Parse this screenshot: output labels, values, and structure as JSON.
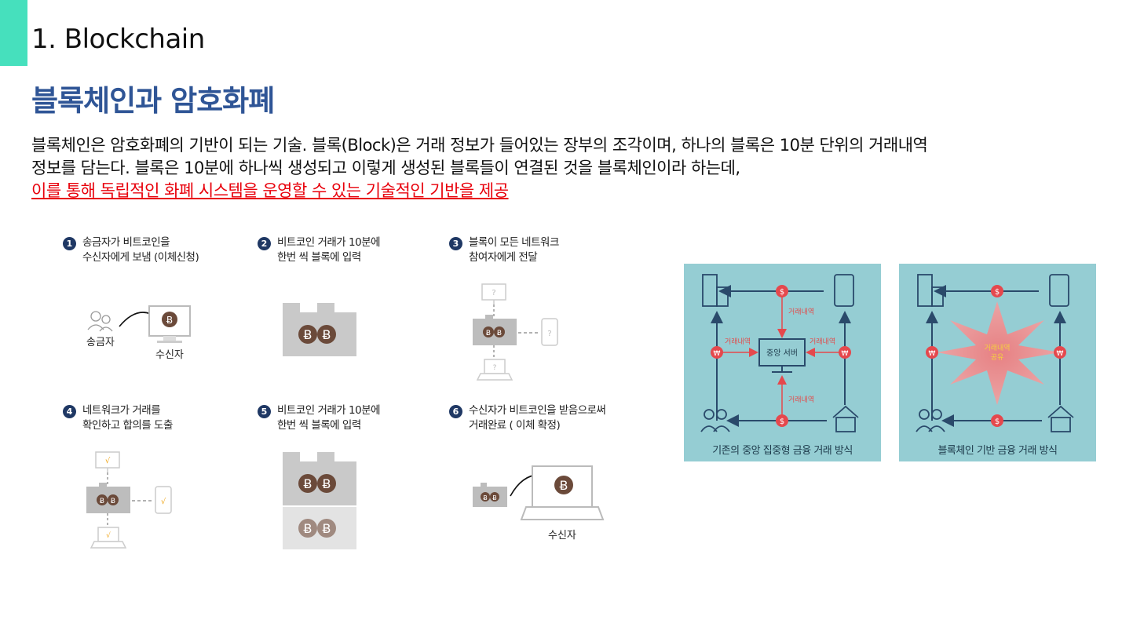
{
  "header": {
    "section_title": "1. Blockchain",
    "main_title": "블록체인과 암호화폐"
  },
  "description": {
    "line1": "블록체인은 암호화폐의 기반이 되는 기술. 블록(Block)은 거래 정보가 들어있는 장부의 조각이며, 하나의 블록은 10분 단위의 거래내역",
    "line2": "정보를 담는다. 블록은 10분에 하나씩 생성되고 이렇게 생성된 블록들이 연결된 것을 블록체인이라 하는데,",
    "highlight": "이를 통해 독립적인 화폐 시스템을 운영할 수 있는 기술적인 기반을 제공"
  },
  "steps": [
    {
      "num": "1",
      "line1": "송금자가 비트코인을",
      "line2": "수신자에게 보냄 (이체신청)",
      "label_a": "송금자",
      "label_b": "수신자"
    },
    {
      "num": "2",
      "line1": "비트코인 거래가 10분에",
      "line2": "한번 씩 블록에 입력"
    },
    {
      "num": "3",
      "line1": "블록이 모든 네트워크",
      "line2": "참여자에게 전달"
    },
    {
      "num": "4",
      "line1": "네트워크가 거래를",
      "line2": "확인하고 합의를 도출"
    },
    {
      "num": "5",
      "line1": "비트코인 거래가 10분에",
      "line2": "한번 씩 블록에 입력"
    },
    {
      "num": "6",
      "line1": "수신자가 비트코인을 받음으로써",
      "line2": "거래완료 ( 이체 확정)",
      "label_b": "수신자"
    }
  ],
  "symbols": {
    "bitcoin": "Ƀ",
    "dollar": "$",
    "won": "₩",
    "question": "?",
    "check": "√"
  },
  "panels": {
    "left": {
      "caption": "기존의 중앙 집중형 금융 거래 방식",
      "server_label": "중앙 서버",
      "edge_label": "거래내역"
    },
    "right": {
      "caption": "블록체인 기반 금융 거래 방식",
      "center_line1": "거래내역",
      "center_line2": "공유"
    }
  },
  "colors": {
    "accent": "#46e0bd",
    "title_blue": "#2f5596",
    "highlight_red": "#e8000b",
    "panel_bg": "#95cdd3",
    "step_badge": "#1f3864",
    "coin": "#6b4a3a",
    "icon_red": "#e5484d",
    "arrow_navy": "#2a4a6b"
  },
  "icons": [
    "bitcoin-coin-icon",
    "monitor-icon",
    "laptop-icon",
    "phone-icon",
    "people-icon",
    "building-icon",
    "house-icon",
    "dollar-coin-icon",
    "won-coin-icon",
    "starburst-icon"
  ]
}
